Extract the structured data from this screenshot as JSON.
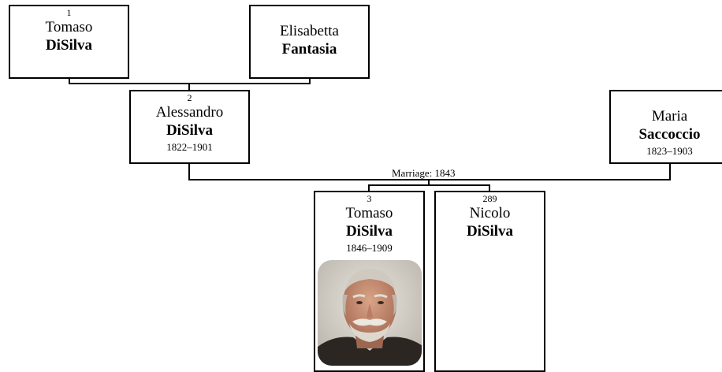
{
  "persons": {
    "p1": {
      "number": "1",
      "given": "Tomaso",
      "surname": "DiSilva",
      "dates": ""
    },
    "elisabetta": {
      "number": "",
      "given": "Elisabetta",
      "surname": "Fantasia",
      "dates": ""
    },
    "p2": {
      "number": "2",
      "given": "Alessandro",
      "surname": "DiSilva",
      "dates": "1822–1901"
    },
    "maria": {
      "number": "",
      "given": "Maria",
      "surname": "Saccoccio",
      "dates": "1823–1903"
    },
    "p3": {
      "number": "3",
      "given": "Tomaso",
      "surname": "DiSilva",
      "dates": "1846–1909",
      "has_photo": true
    },
    "p289": {
      "number": "289",
      "given": "Nicolo",
      "surname": "DiSilva",
      "dates": ""
    }
  },
  "marriage_label": "Marriage: 1843",
  "colors": {
    "line": "#000000",
    "box_border": "#000000",
    "background": "#ffffff"
  }
}
